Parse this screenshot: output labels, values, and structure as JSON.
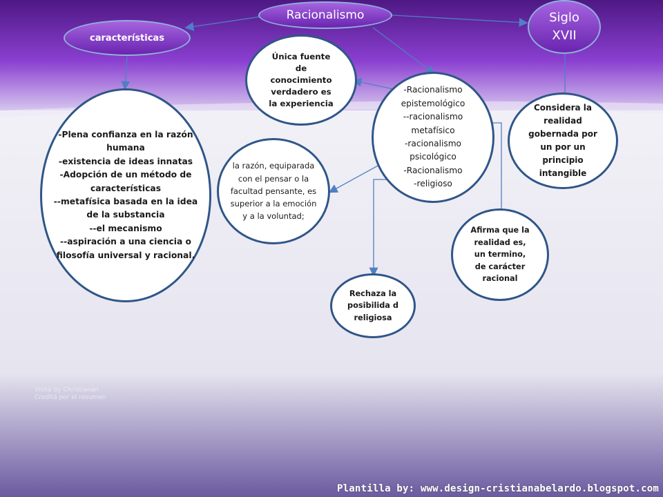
{
  "title": "Racionalismo",
  "century": "Siglo\nXVII",
  "characteristics_label": "características",
  "characteristics_list": "-Plena confianza en la razón humana\n-existencia de ideas innatas\n-Adopción de un método de características\n--metafísica basada en la idea de la substancia\n--el mecanismo\n--aspiración a una ciencia o filosofía universal y racional.",
  "knowledge_source": "Única fuente de conocimiento verdadero es la experiencia",
  "types": "-Racionalismo epistemológico\n--racionalismo metafísico\n-racionalismo psicológico\n-Racionalismo\n-religioso",
  "reason_text": "la razón, equiparada con el pensar o la facultad pensante, es superior a la emoción y a la voluntad;",
  "governed_reality": "Considera la realidad gobernada por un por un principio intangible",
  "rejects_religion": "Rechaza la posibilida d religiosa",
  "rational_reality": "Afirma que la realidad es, un termino, de carácter racional",
  "credit": "Plantilla by: www.design-cristianabelardo.blogspot.com",
  "faint_text": "Visitá by Christianán\nCreditá por el resumen",
  "colors": {
    "band_top": "#5b1f92",
    "band_bottom": "#c9b3e6",
    "ring": "#2f5688",
    "pill_fill": "#7d2fc2",
    "arrow": "#4f7fc4"
  }
}
